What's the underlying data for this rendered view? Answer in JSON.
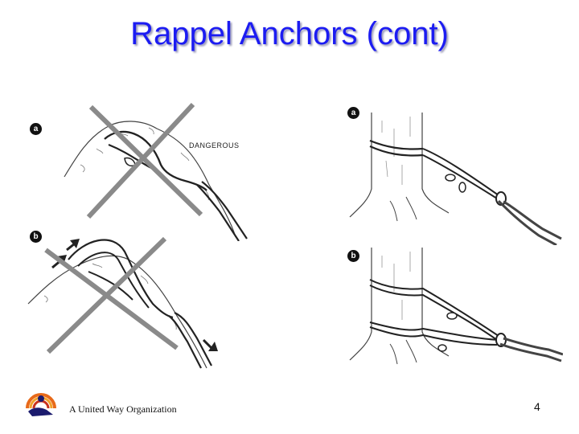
{
  "slide": {
    "title": "Rappel Anchors (cont)",
    "footer_text": "A United Way Organization",
    "page_number": "4"
  },
  "figures": {
    "boulder_a": {
      "label": "a",
      "warning": "DANGEROUS"
    },
    "boulder_b": {
      "label": "b"
    },
    "tree_a": {
      "label": "a"
    },
    "tree_b": {
      "label": "b"
    }
  },
  "colors": {
    "title": "#1c1cf2",
    "cross": "#8a8a8a",
    "rope": "#222222"
  },
  "icons": {
    "logo": "united-way-logo"
  }
}
